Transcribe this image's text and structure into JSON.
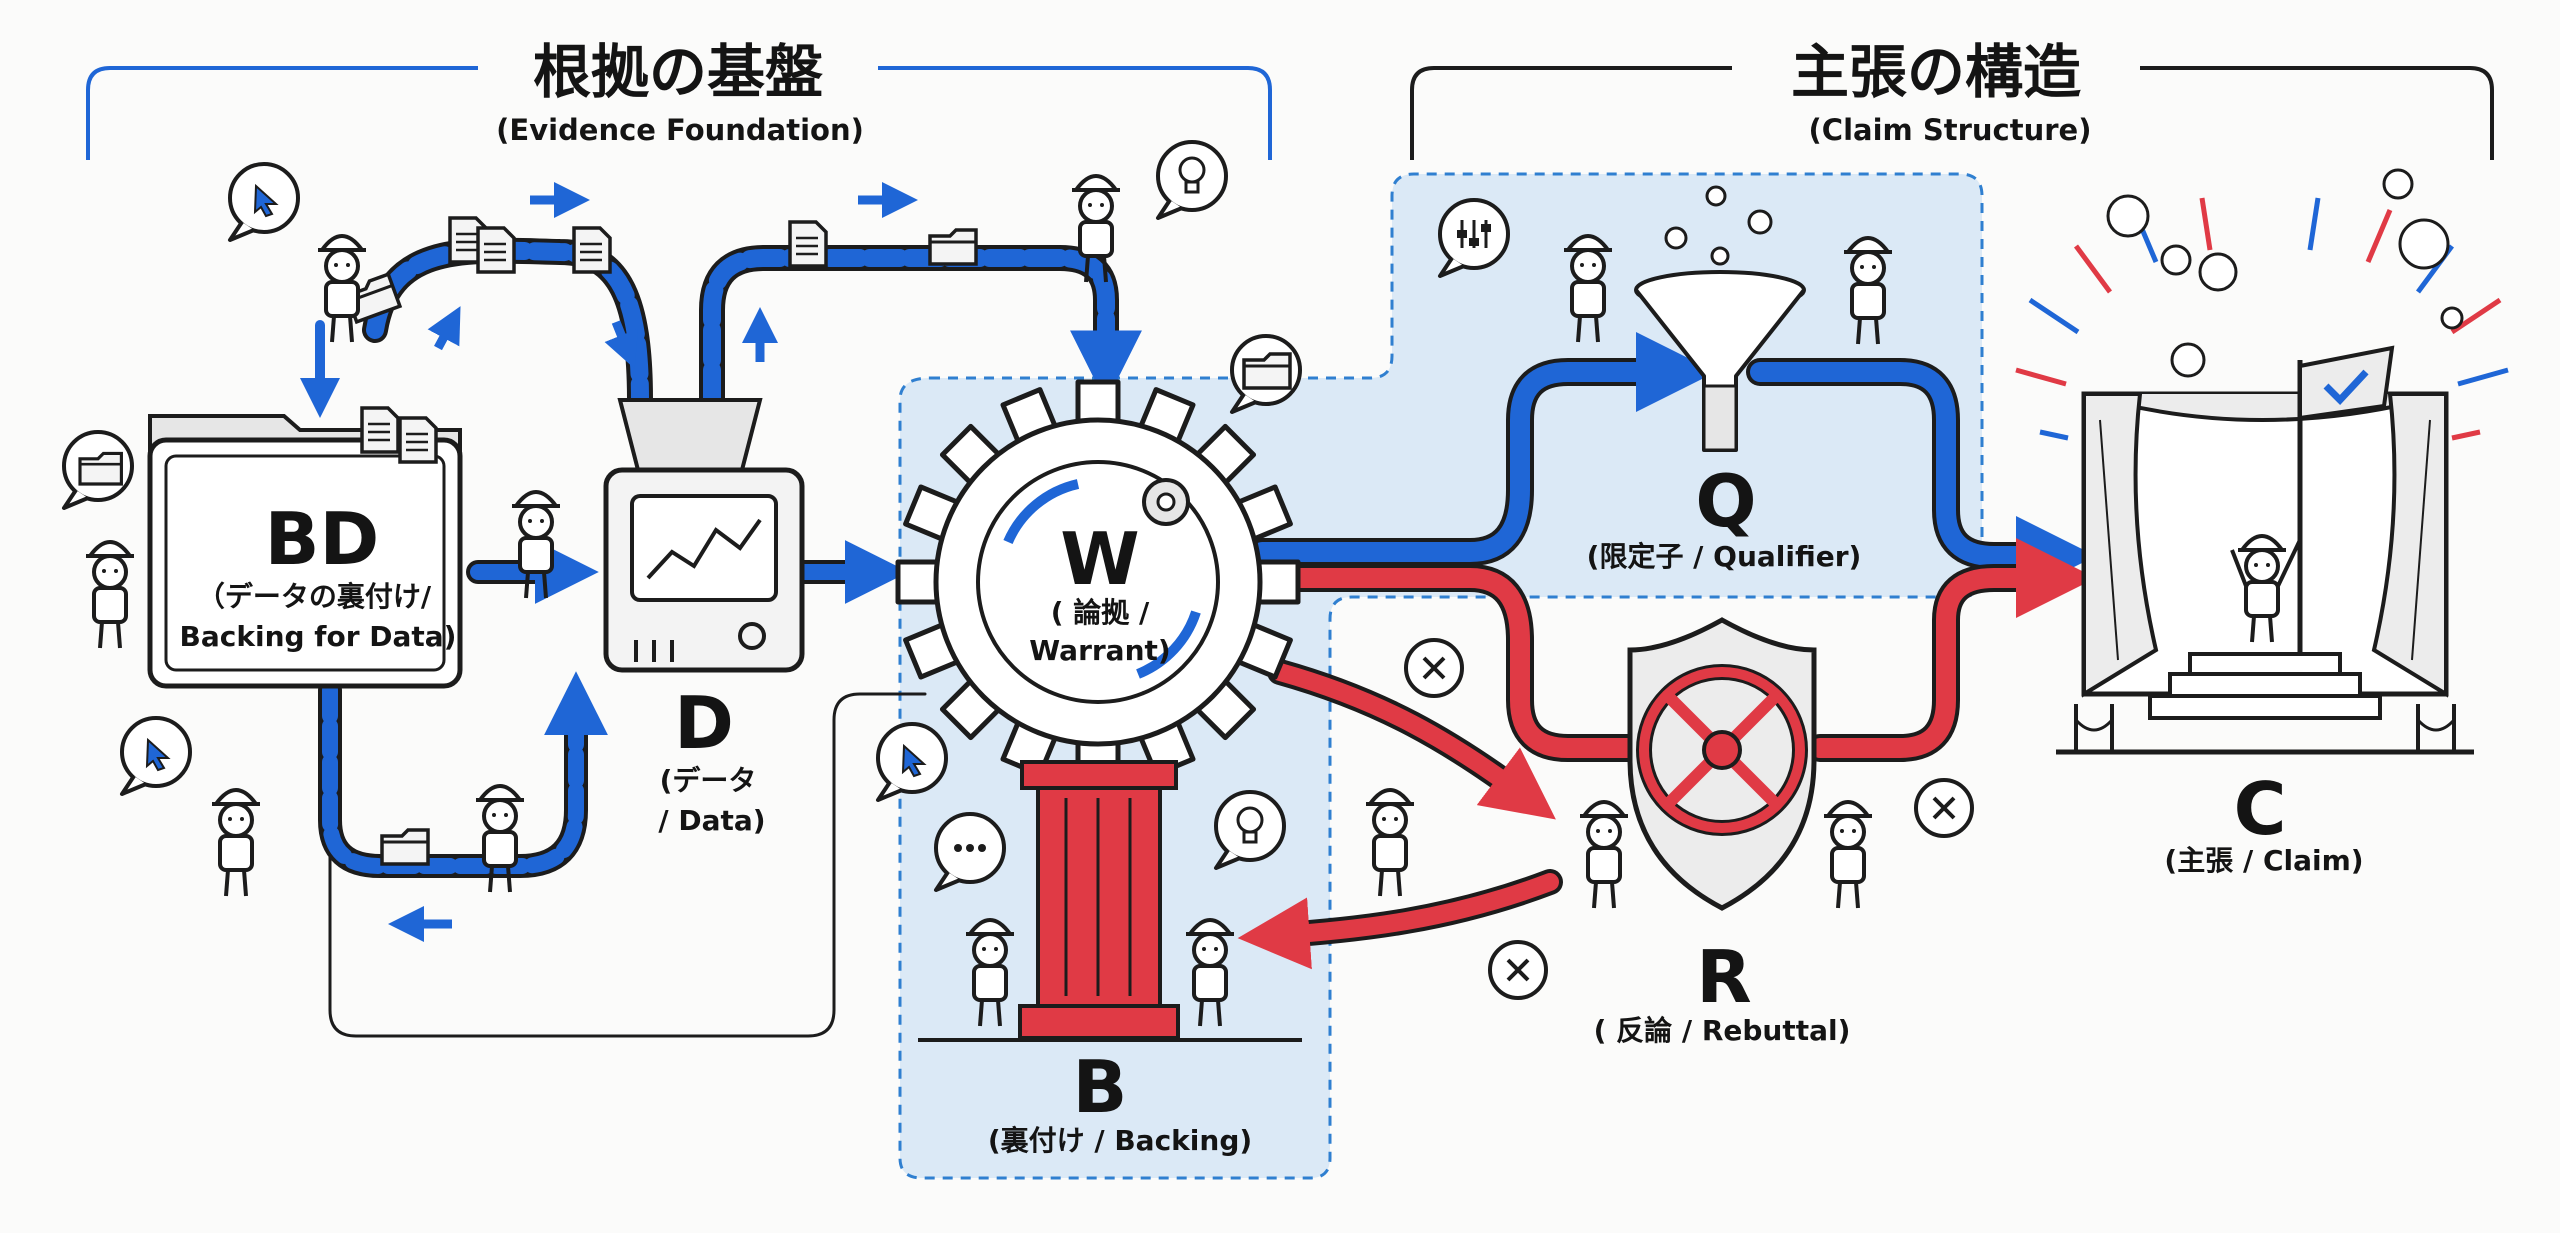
{
  "sections": {
    "evidence": {
      "title": "根拠の基盤",
      "subtitle": "(Evidence Foundation)"
    },
    "claim": {
      "title": "主張の構造",
      "subtitle": "(Claim Structure)"
    }
  },
  "nodes": {
    "bd": {
      "letter": "BD",
      "label_line1": "（データの裏付け/",
      "label_line2": "Backing for Data)"
    },
    "d": {
      "letter": "D",
      "label_line1": "(データ",
      "label_line2": "/ Data)"
    },
    "w": {
      "letter": "W",
      "label_line1": "( 論拠 /",
      "label_line2": "Warrant)"
    },
    "b": {
      "letter": "B",
      "label": "(裏付け / Backing)"
    },
    "q": {
      "letter": "Q",
      "label": "(限定子 / Qualifier)"
    },
    "r": {
      "letter": "R",
      "label": "( 反論 / Rebuttal)"
    },
    "c": {
      "letter": "C",
      "label": "(主張 / Claim)"
    }
  },
  "colors": {
    "blue": "#1f66d6",
    "red": "#e03a45",
    "panel": "#dbe9f6",
    "ink": "#1c1c1c"
  },
  "icons": [
    "cursor-icon",
    "folder-icon",
    "document-icon",
    "lightbulb-icon",
    "equalizer-icon",
    "ellipsis-icon",
    "close-icon",
    "gear-icon",
    "checkmark-flag-icon"
  ]
}
